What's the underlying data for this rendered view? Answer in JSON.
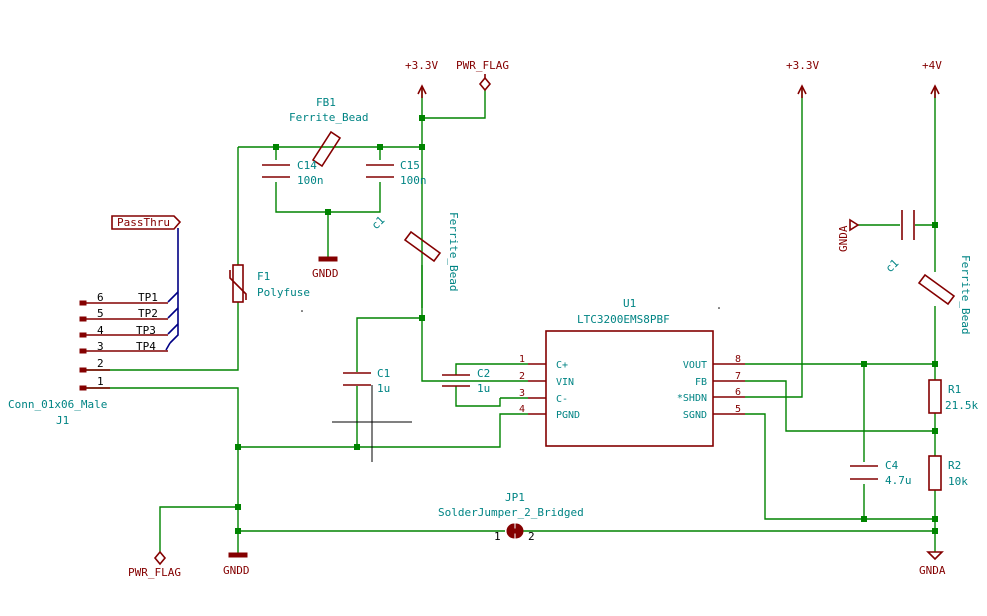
{
  "power": {
    "v33_a": "+3.3V",
    "pwr_flag_top": "PWR_FLAG",
    "v33_b": "+3.3V",
    "v4": "+4V",
    "gndd_mid": "GNDD",
    "gnda_side": "GNDA",
    "pwr_flag_bottom": "PWR_FLAG",
    "gndd_bottom": "GNDD",
    "gnda_bottom": "GNDA"
  },
  "components": {
    "fb1_ref": "FB1",
    "fb1_val": "Ferrite_Bead",
    "c14_ref": "C14",
    "c14_val": "100n",
    "c15_ref": "C15",
    "c15_val": "100n",
    "fb_mid_val": "Ferrite_Bead",
    "fb_right_val": "Ferrite_Bead",
    "f1_ref": "F1",
    "f1_val": "Polyfuse",
    "c1_ref": "C1",
    "c1_val": "1u",
    "c2_ref": "C2",
    "c2_val": "1u",
    "u1_ref": "U1",
    "u1_val": "LTC3200EMS8PBF",
    "c4_ref": "C4",
    "c4_val": "4.7u",
    "r1_ref": "R1",
    "r1_val": "21.5k",
    "r2_ref": "R2",
    "r2_val": "10k",
    "jp1_ref": "JP1",
    "jp1_val": "SolderJumper_2_Bridged",
    "jp1_pin1": "1",
    "jp1_pin2": "2",
    "j1_ref": "J1",
    "j1_val": "Conn_01x06_Male"
  },
  "u1_pins": {
    "left": [
      {
        "num": "1",
        "name": "C+"
      },
      {
        "num": "2",
        "name": "VIN"
      },
      {
        "num": "3",
        "name": "C-"
      },
      {
        "num": "4",
        "name": "PGND"
      }
    ],
    "right": [
      {
        "num": "8",
        "name": "VOUT"
      },
      {
        "num": "7",
        "name": "FB"
      },
      {
        "num": "6",
        "name": "*SHDN"
      },
      {
        "num": "5",
        "name": "SGND"
      }
    ]
  },
  "connector": {
    "pins": [
      "6",
      "5",
      "4",
      "3",
      "2",
      "1"
    ],
    "testpoints": [
      "TP1",
      "TP2",
      "TP3",
      "TP4"
    ]
  },
  "labels": {
    "passthru": "PassThru"
  }
}
